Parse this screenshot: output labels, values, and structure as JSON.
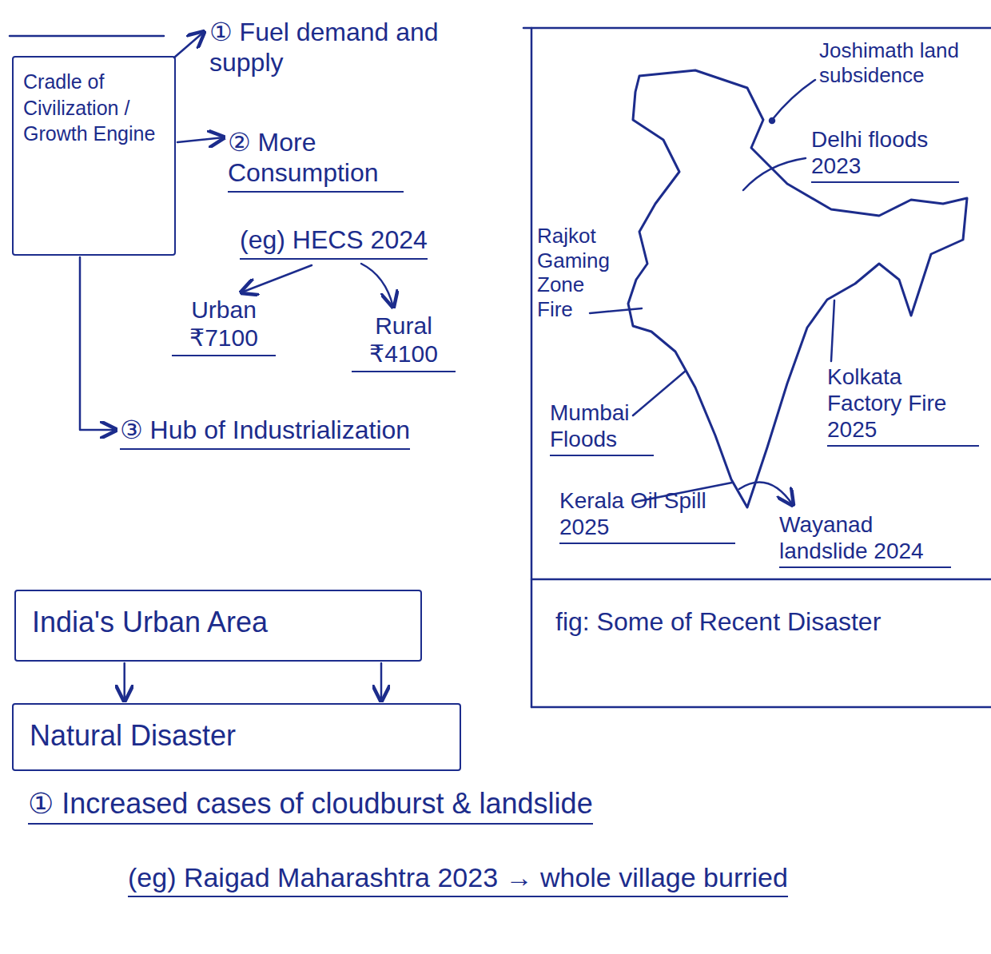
{
  "diagram": {
    "caption": "fig: Some of Recent Disaster",
    "nodes": [
      {
        "text": [
          "Cradle of Civilization / Growth Engine"
        ]
      },
      {
        "text": [
          "India's Urban Area"
        ]
      },
      {
        "text": [
          "Natural Disaster"
        ]
      }
    ],
    "edges": [
      {
        "from": 1,
        "to": 2,
        "arrow": "to"
      },
      {
        "from": 1,
        "to": 2,
        "arrow": "to"
      }
    ],
    "labels": [
      "① Fuel demand and supply",
      "② More Consumption",
      "(eg) HECS 2024",
      "Urban ₹7100",
      "Rural ₹4100",
      "③ Hub of Industrialization",
      "① Increased cases of cloudburst & landslide",
      "(eg) Raigad Maharashtra 2023 → whole village burried",
      "Joshimath land subsidence",
      "Delhi floods 2023",
      "Rajkot Gaming Zone Fire",
      "Mumbai Floods",
      "Kerala Oil Spill 2025",
      "Wayanad landslide 2024",
      "Kolkata Factory Fire 2025"
    ]
  }
}
